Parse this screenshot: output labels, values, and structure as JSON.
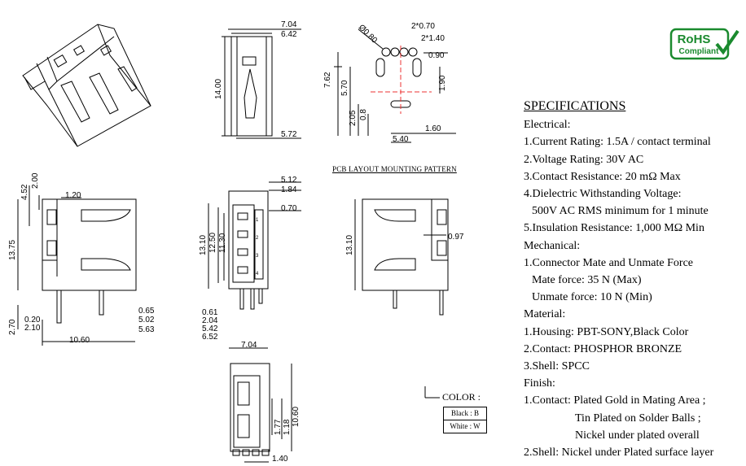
{
  "specifications": {
    "title": "SPECIFICATIONS",
    "electrical_heading": "Electrical:",
    "electrical": [
      "1.Current Rating: 1.5A / contact terminal",
      "2.Voltage Rating: 30V AC",
      "3.Contact Resistance: 20 mΩ Max",
      "4.Dielectric Withstanding Voltage:",
      "500V AC RMS minimum for 1 minute",
      "5.Insulation Resistance: 1,000 MΩ Min"
    ],
    "mechanical_heading": "Mechanical:",
    "mechanical": [
      "1.Connector Mate and Unmate Force",
      "Mate force: 35 N (Max)",
      "Unmate force: 10 N (Min)"
    ],
    "material_heading": "Material:",
    "material": [
      "1.Housing: PBT-SONY,Black Color",
      "2.Contact: PHOSPHOR BRONZE",
      "3.Shell: SPCC"
    ],
    "finish_heading": "Finish:",
    "finish": [
      "1.Contact: Plated Gold in Mating Area ;",
      "Tin Plated on Solder Balls ;",
      "Nickel under plated overall",
      "2.Shell: Nickel under Plated surface layer"
    ]
  },
  "rohs": {
    "line1": "RoHS",
    "line2": "Compliant",
    "color": "#1a8a2e"
  },
  "pcb_label": "PCB LAYOUT MOUNTING PATTERN",
  "color_legend": {
    "label": "COLOR :",
    "options": [
      "Black : B",
      "White : W"
    ]
  },
  "dimensions": {
    "top_view": {
      "w1": "7.04",
      "w2": "6.42",
      "h": "14.00",
      "bottom": "5.72"
    },
    "pcb": {
      "pitch": "2*0.70",
      "pitch2": "2*1.40",
      "dia": "Ø0.80",
      "d1": "0.90",
      "h1": "7.62",
      "h2": "5.70",
      "v1": "1.90",
      "v2": "2.05",
      "v3": "0.8",
      "w1": "1.60",
      "w2": "5.40"
    },
    "side_view": {
      "a": "4.52",
      "b": "2.00",
      "c": "1.20",
      "h": "13.75",
      "d": "2.70",
      "e": "0.20",
      "f": "2.10",
      "g": "0.65",
      "i": "5.02",
      "j": "5.63",
      "w": "10.60"
    },
    "front_view": {
      "a": "5.12",
      "b": "1.84",
      "c": "0.70",
      "h1": "13.10",
      "h2": "12.50",
      "h3": "11.30",
      "d": "0.61",
      "e": "2.04",
      "f": "5.42",
      "g": "6.52",
      "w": "7.04"
    },
    "right_view": {
      "h": "13.10",
      "d": "0.97"
    },
    "bottom_view": {
      "a": "1.77",
      "b": "1.18",
      "h": "10.60",
      "w": "1.40"
    }
  },
  "pin_numbers": [
    "1",
    "2",
    "3",
    "4"
  ]
}
